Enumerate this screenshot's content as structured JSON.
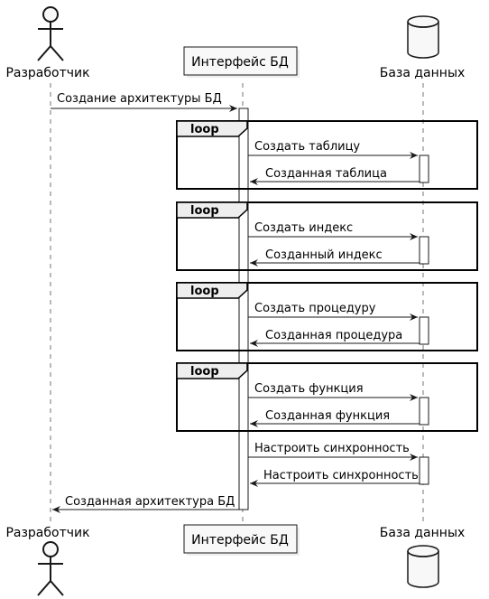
{
  "participants": {
    "actor": "Разработчик",
    "interface": "Интерфейс БД",
    "database": "База данных"
  },
  "messages": {
    "create_arch": "Создание архитектуры БД",
    "create_table": "Создать таблицу",
    "created_table": "Созданная таблица",
    "create_index": "Создать индекс",
    "created_index": "Созданный индекс",
    "create_procedure": "Создать процедуру",
    "created_procedure": "Созданная процедура",
    "create_function": "Создать функция",
    "created_function": "Созданная функция",
    "setup_sync": "Настроить синхронность",
    "setup_sync_reply": "Настроить синхронность",
    "created_arch": "Созданная архитектура БД"
  },
  "fragments": {
    "loop_label": "loop"
  },
  "colors": {
    "participant_fill": "#f8f8f8",
    "stroke": "#181818",
    "lifeline": "#181818"
  }
}
